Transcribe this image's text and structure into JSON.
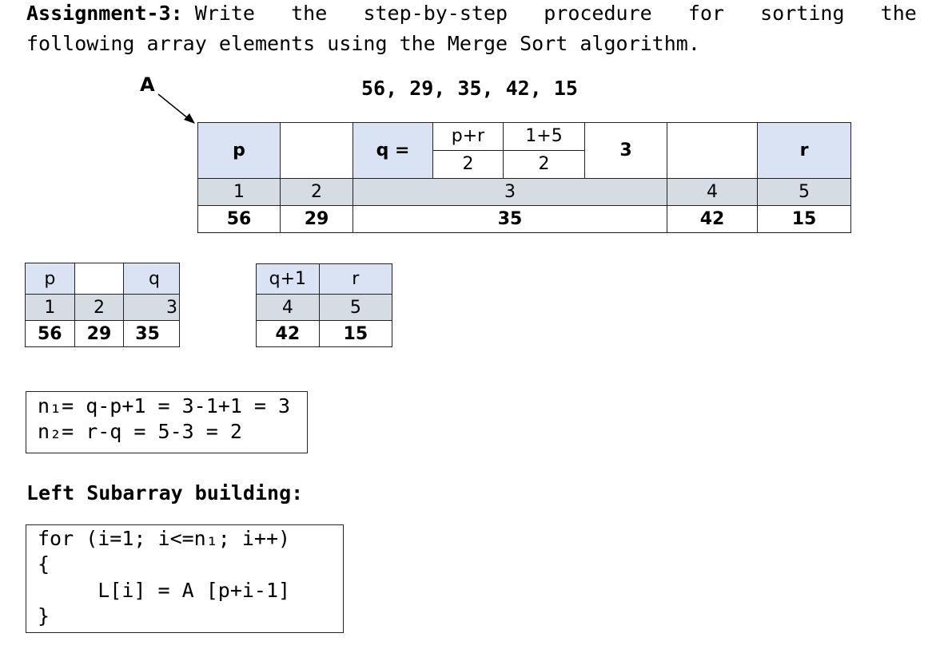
{
  "title": {
    "line1_label": "Assignment-3:",
    "line1_text": " Write   the   step-by-step   procedure   for   sorting   the",
    "line2_text": "following array elements using the Merge Sort algorithm."
  },
  "array_label": "A",
  "array_values_text": "56, 29, 35, 42, 15",
  "main_table": {
    "p": "p",
    "q_eq": "q =",
    "num1": "p+r",
    "den1": "2",
    "num2": "1+5",
    "den2": "2",
    "q_value": "3",
    "r": "r",
    "indices": [
      "1",
      "2",
      "3",
      "4",
      "5"
    ],
    "values": [
      "56",
      "29",
      "35",
      "42",
      "15"
    ]
  },
  "left_table": {
    "headers": [
      "p",
      "",
      "q"
    ],
    "indices": [
      "1",
      "2",
      "3"
    ],
    "values": [
      "56",
      "29",
      "35"
    ]
  },
  "right_table": {
    "headers": [
      "q+1",
      "r"
    ],
    "indices": [
      "4",
      "5"
    ],
    "values": [
      "42",
      "15"
    ]
  },
  "sizes_box": {
    "n1_line": "n₁= q-p+1 = 3-1+1 = 3",
    "n2_line": "n₂= r-q = 5-3 = 2"
  },
  "section_heading": "Left Subarray building:",
  "code_box": {
    "line1": "for (i=1; i<=n₁; i++)",
    "line2": "{",
    "line3": "     L[i] = A [p+i-1]",
    "line4": "}"
  }
}
